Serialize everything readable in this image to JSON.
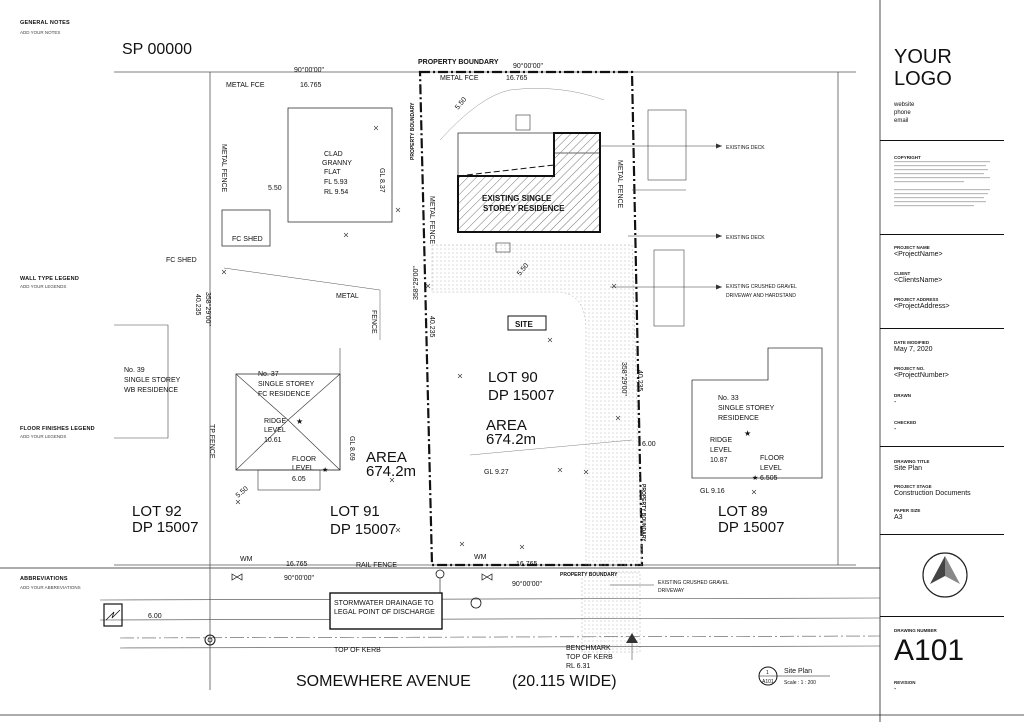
{
  "left_panel": {
    "general_notes_title": "GENERAL NOTES",
    "general_notes_sub": "ADD YOUR NOTES",
    "wall_type_title": "WALL TYPE LEGEND",
    "wall_type_sub": "ADD YOUR LEGENDS",
    "floor_finishes_title": "FLOOR FINISHES LEGEND",
    "floor_finishes_sub": "ADD YOUR LEGENDS",
    "abbreviations_title": "ABBREVIATIONS",
    "abbreviations_sub": "ADD YOUR ABBREVIATIONS"
  },
  "plan": {
    "sp_number": "SP 00000",
    "top_bearing_left": "90°00'00\"",
    "top_dist_left": "16.765",
    "metal_fce_left": "METAL FCE",
    "property_boundary_top": "PROPERTY BOUNDARY",
    "top_bearing_site": "90°00'00\"",
    "metal_fce_site": "METAL FCE",
    "top_dist_site": "16.765",
    "property_boundary_left": "PROPERTY BOUNDARY",
    "metal_fence_left": "METAL FENCE",
    "metal_fence_mid": "METAL FENCE",
    "metal_fence_right": "METAL FENCE",
    "granny_flat_lines": [
      "CLAD",
      "GRANNY",
      "FLAT",
      "FL 5.93",
      "RL 9.54"
    ],
    "gl_837": "GL 8.37",
    "val_550_left": "5.50",
    "fc_shed_box": "FC SHED",
    "fc_shed_free": "FC SHED",
    "metal_label": "METAL",
    "fence_label": "FENCE",
    "bearing_left_vertical": "358°29'00\"",
    "dist_left_vertical": "40.235",
    "bearing_site_vertical": "358°29'00\"",
    "dist_site_vertical": "40.235",
    "bearing_right_vertical": "358°29'00\"",
    "dist_right_vertical": "40.235",
    "existing_residence_line1": "EXISTING SINGLE",
    "existing_residence_line2": "STOREY RESIDENCE",
    "existing_deck_1": "EXISTING DECK",
    "existing_deck_2": "EXISTING DECK",
    "gravel_line1": "EXISTING CRUSHED GRAVEL",
    "gravel_line2": "DRIVEWAY AND HARDSTAND",
    "site_label": "SITE",
    "val_550_site_a": "5.50",
    "val_550_site_b": "5.50",
    "no37_lines": [
      "No. 37",
      "SINGLE STOREY",
      "FC RESIDENCE"
    ],
    "ridge_left_lines": [
      "RIDGE",
      "LEVEL",
      "10.61"
    ],
    "floor_left_lines": [
      "FLOOR",
      "LEVEL",
      "6.05"
    ],
    "gl_869": "GL 8.69",
    "val_550_lower": "5.50",
    "area_left_lines": [
      "AREA",
      "674.2m"
    ],
    "no39_lines": [
      "No. 39",
      "SINGLE STOREY",
      "WB RESIDENCE"
    ],
    "tp_fence": "TP FENCE",
    "lot90_lines": [
      "LOT 90",
      "DP 15007"
    ],
    "area_site_lines": [
      "AREA",
      "674.2m"
    ],
    "gl_927": "GL 9.27",
    "val_600": "6.00",
    "no33_lines": [
      "No. 33",
      "SINGLE STOREY",
      "RESIDENCE"
    ],
    "ridge_right_lines": [
      "RIDGE",
      "LEVEL",
      "10.87"
    ],
    "floor_right_lines": [
      "FLOOR",
      "LEVEL",
      "6.505"
    ],
    "gl_916": "GL 9.16",
    "lot92_lines": [
      "LOT 92",
      "DP 15007"
    ],
    "lot91_lines": [
      "LOT 91",
      "DP 15007"
    ],
    "lot89_lines": [
      "LOT 89",
      "DP 15007"
    ],
    "property_boundary_right": "PROPERTY BOUNDARY",
    "wm_left": "WM",
    "wm_site": "WM",
    "bottom_dist_left": "16.765",
    "bottom_dist_site": "16.765",
    "rail_fence": "RAIL FENCE",
    "bottom_bearing_left": "90°00'00\"",
    "bottom_bearing_site": "90°00'00\"",
    "property_boundary_bottom": "PROPERTY BOUNDARY",
    "gravel_bottom_line1": "EXISTING CRUSHED GRAVEL",
    "gravel_bottom_line2": "DRIVEWAY",
    "stormwater_line1": "STORMWATER DRAINAGE TO",
    "stormwater_line2": "LEGAL POINT OF DISCHARGE",
    "road_600": "6.00",
    "top_of_kerb": "TOP OF KERB",
    "benchmark_lines": [
      "BENCHMARK",
      "TOP OF KERB",
      "RL 6.31"
    ],
    "street_name": "SOMEWHERE AVENUE",
    "street_width": "(20.115 WIDE)",
    "view_number": "1",
    "view_sheet": "A101",
    "view_title": "Site Plan",
    "view_scale": "Scale : 1 : 200"
  },
  "title_block": {
    "logo_line1": "YOUR",
    "logo_line2": "LOGO",
    "website": "website",
    "phone": "phone",
    "email": "email",
    "copyright_title": "COPYRIGHT",
    "project_name_label": "PROJECT NAME",
    "project_name": "<ProjectName>",
    "client_label": "CLIENT",
    "client": "<ClientsName>",
    "project_address_label": "PROJECT ADDRESS",
    "project_address": "<ProjectAddress>",
    "date_modified_label": "DATE MODIFIED",
    "date_modified": "May 7, 2020",
    "project_no_label": "PROJECT NO.",
    "project_no": "<ProjectNumber>",
    "drawn_label": "DRAWN",
    "drawn": "-",
    "checked_label": "CHECKED",
    "checked": "-",
    "drawing_title_label": "DRAWING TITLE",
    "drawing_title": "Site Plan",
    "project_stage_label": "PROJECT STAGE",
    "project_stage": "Construction Documents",
    "paper_size_label": "PAPER SIZE",
    "paper_size": "A3",
    "drawing_number_label": "DRAWING NUMBER",
    "drawing_number": "A101",
    "revision_label": "REVISION",
    "revision": "-"
  }
}
